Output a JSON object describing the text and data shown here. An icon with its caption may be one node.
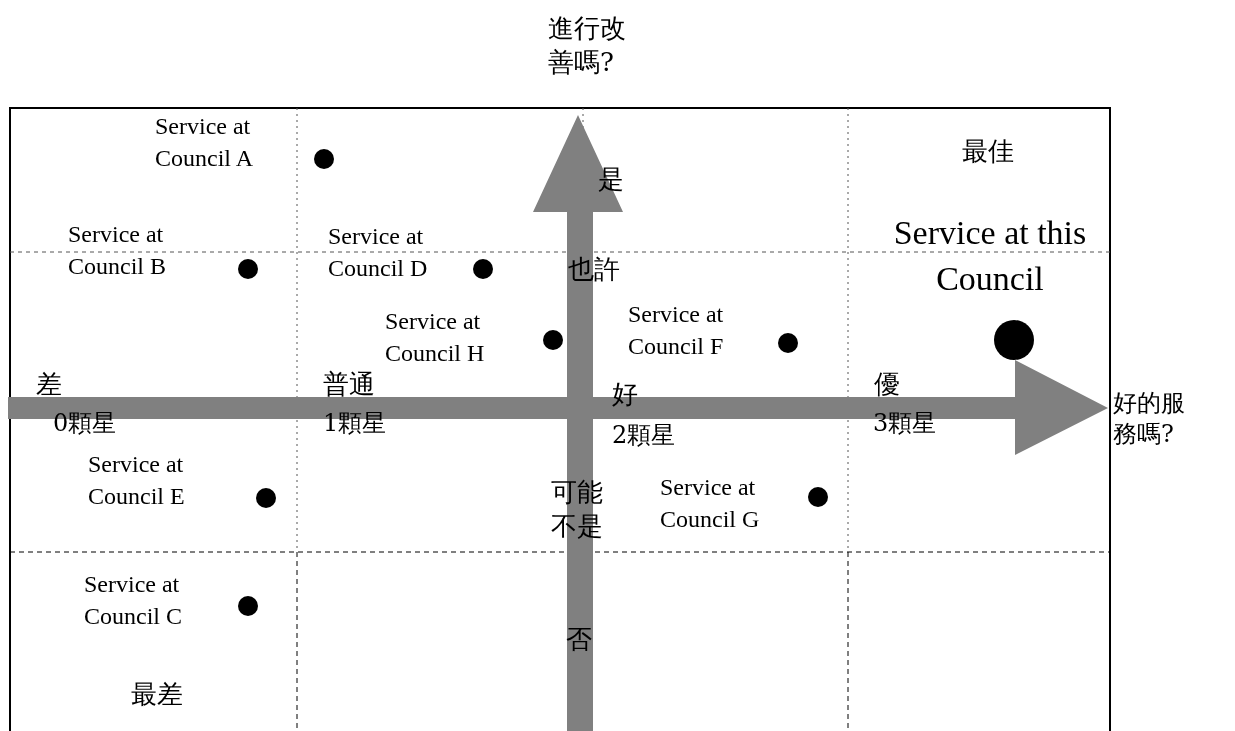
{
  "diagram": {
    "labels": [
      "進行改善嗎?",
      "Service at Council A",
      "最佳",
      "是",
      "Service at Council B",
      "Service at Council D",
      "也許",
      "Service at this Council",
      "Service at Council H",
      "Service at Council F",
      "差",
      "普通",
      "好",
      "優",
      "好的服務嗎?",
      "0顆星",
      "1顆星",
      "2顆星",
      "3顆星",
      "Service at Council E",
      "可能不是",
      "Service at Council G",
      "Service at Council C",
      "否",
      "最差"
    ]
  }
}
